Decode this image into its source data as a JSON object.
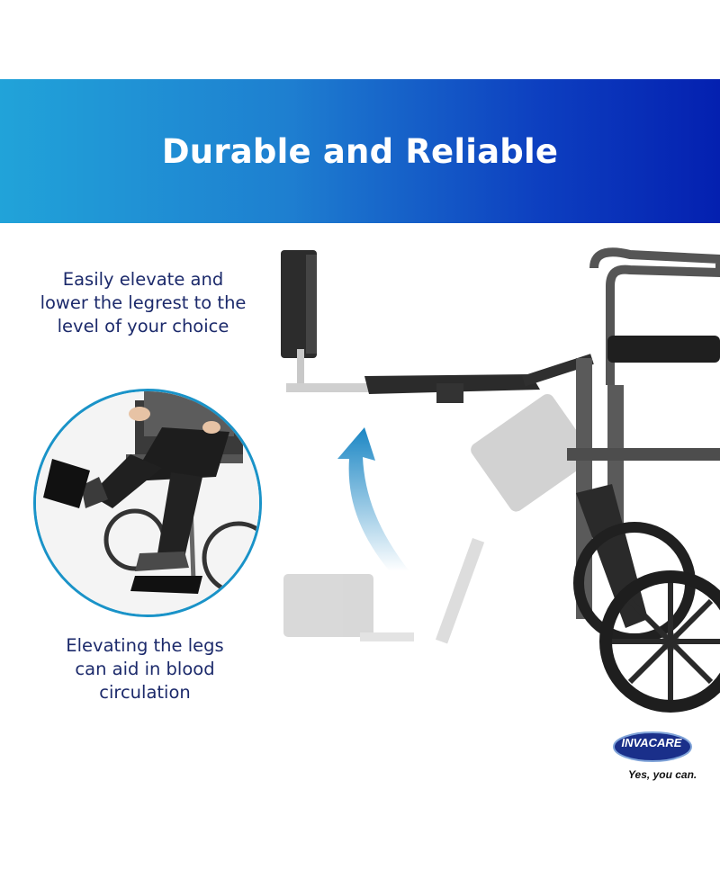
{
  "banner": {
    "title": "Durable and Reliable",
    "gradient_start": "#21a3d9",
    "gradient_end": "#0420b0"
  },
  "captions": {
    "top": [
      "Easily elevate and",
      "lower the legrest to the",
      "level of your choice"
    ],
    "bottom": [
      "Elevating the legs",
      "can aid in blood",
      "circulation"
    ]
  },
  "logo": {
    "brand": "INVACARE",
    "tagline": "Yes, you can.",
    "color": "#1a2f8a"
  },
  "colors": {
    "caption_text": "#1c2a6b",
    "circle_border": "#1a93c8",
    "arrow": "#1a86c4"
  },
  "icons": [
    "up-arrow-icon",
    "invacare-logo"
  ]
}
